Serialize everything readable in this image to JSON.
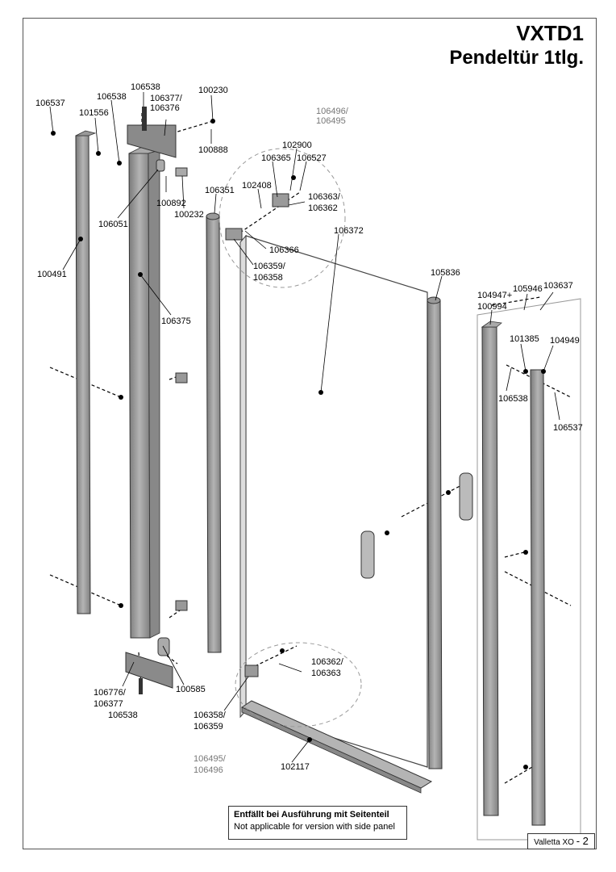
{
  "header": {
    "code": "VXTD1",
    "name": "Pendeltür 1tlg."
  },
  "footer": {
    "model": "Valletta XO",
    "page": "- 2"
  },
  "note": {
    "de": "Entfällt bei Ausführung mit Seitenteil",
    "en": "Not applicable for version with side panel"
  },
  "labels": {
    "l106537a": "106537",
    "l106538a": "106538",
    "l101556": "101556",
    "l106538b": "106538",
    "l106377a": "106377/",
    "l106376": "106376",
    "l100230": "100230",
    "l100888": "100888",
    "l100892": "100892",
    "l100232": "100232",
    "l106051": "106051",
    "l100491": "100491",
    "l106375": "106375",
    "l106351": "106351",
    "l106496a": "106496/",
    "l106495a": "106495",
    "l102900": "102900",
    "l106365": "106365",
    "l106527": "106527",
    "l102408": "102408",
    "l106363a": "106363/",
    "l106362a": "106362",
    "l106372": "106372",
    "l106366": "106366",
    "l106359a": "106359/",
    "l106358a": "106358",
    "l105836": "105836",
    "l104947": "104947+",
    "l100994": "100994",
    "l105946": "105946",
    "l103637": "103637",
    "l101385": "101385",
    "l104949": "104949",
    "l106538c": "106538",
    "l106537b": "106537",
    "l106362b": "106362/",
    "l106363b": "106363",
    "l106358b": "106358/",
    "l106359b": "106359",
    "l100585": "100585",
    "l106776": "106776/",
    "l106377b": "106377",
    "l106538d": "106538",
    "l106495b": "106495/",
    "l106496b": "106496",
    "l102117": "102117"
  }
}
